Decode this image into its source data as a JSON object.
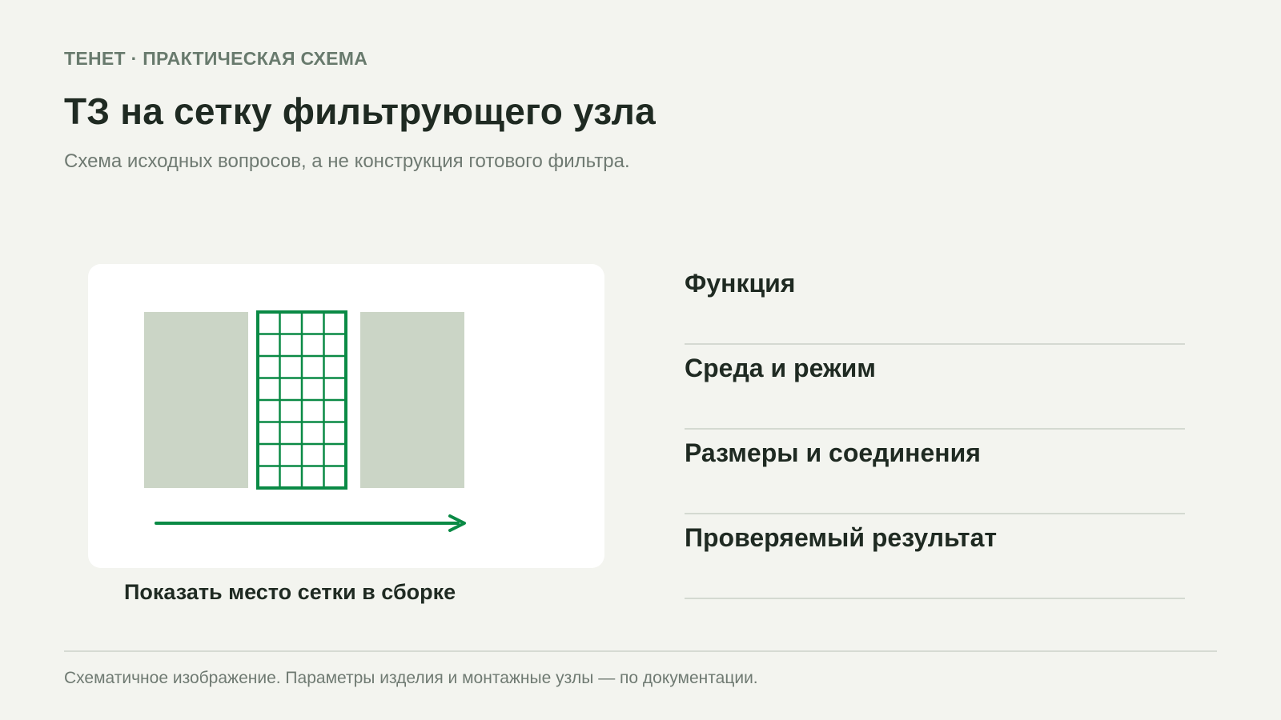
{
  "header": {
    "eyebrow": "ТЕНЕТ · ПРАКТИЧЕСКАЯ СХЕМА",
    "title": "ТЗ на сетку фильтрующего узла",
    "subtitle": "Схема исходных вопросов, а не конструкция готового фильтра."
  },
  "diagram": {
    "caption": "Показать место сетки в сборке",
    "block_color": "#cbd5c6",
    "mesh_color": "#0a8a45",
    "arrow_color": "#0a8a45",
    "mesh_columns": 4,
    "mesh_rows": 8
  },
  "checklist": [
    {
      "label": "Функция"
    },
    {
      "label": "Среда и режим"
    },
    {
      "label": "Размеры и соединения"
    },
    {
      "label": "Проверяемый результат"
    }
  ],
  "footer": {
    "note": "Схематичное изображение. Параметры изделия и монтажные узлы — по документации."
  }
}
